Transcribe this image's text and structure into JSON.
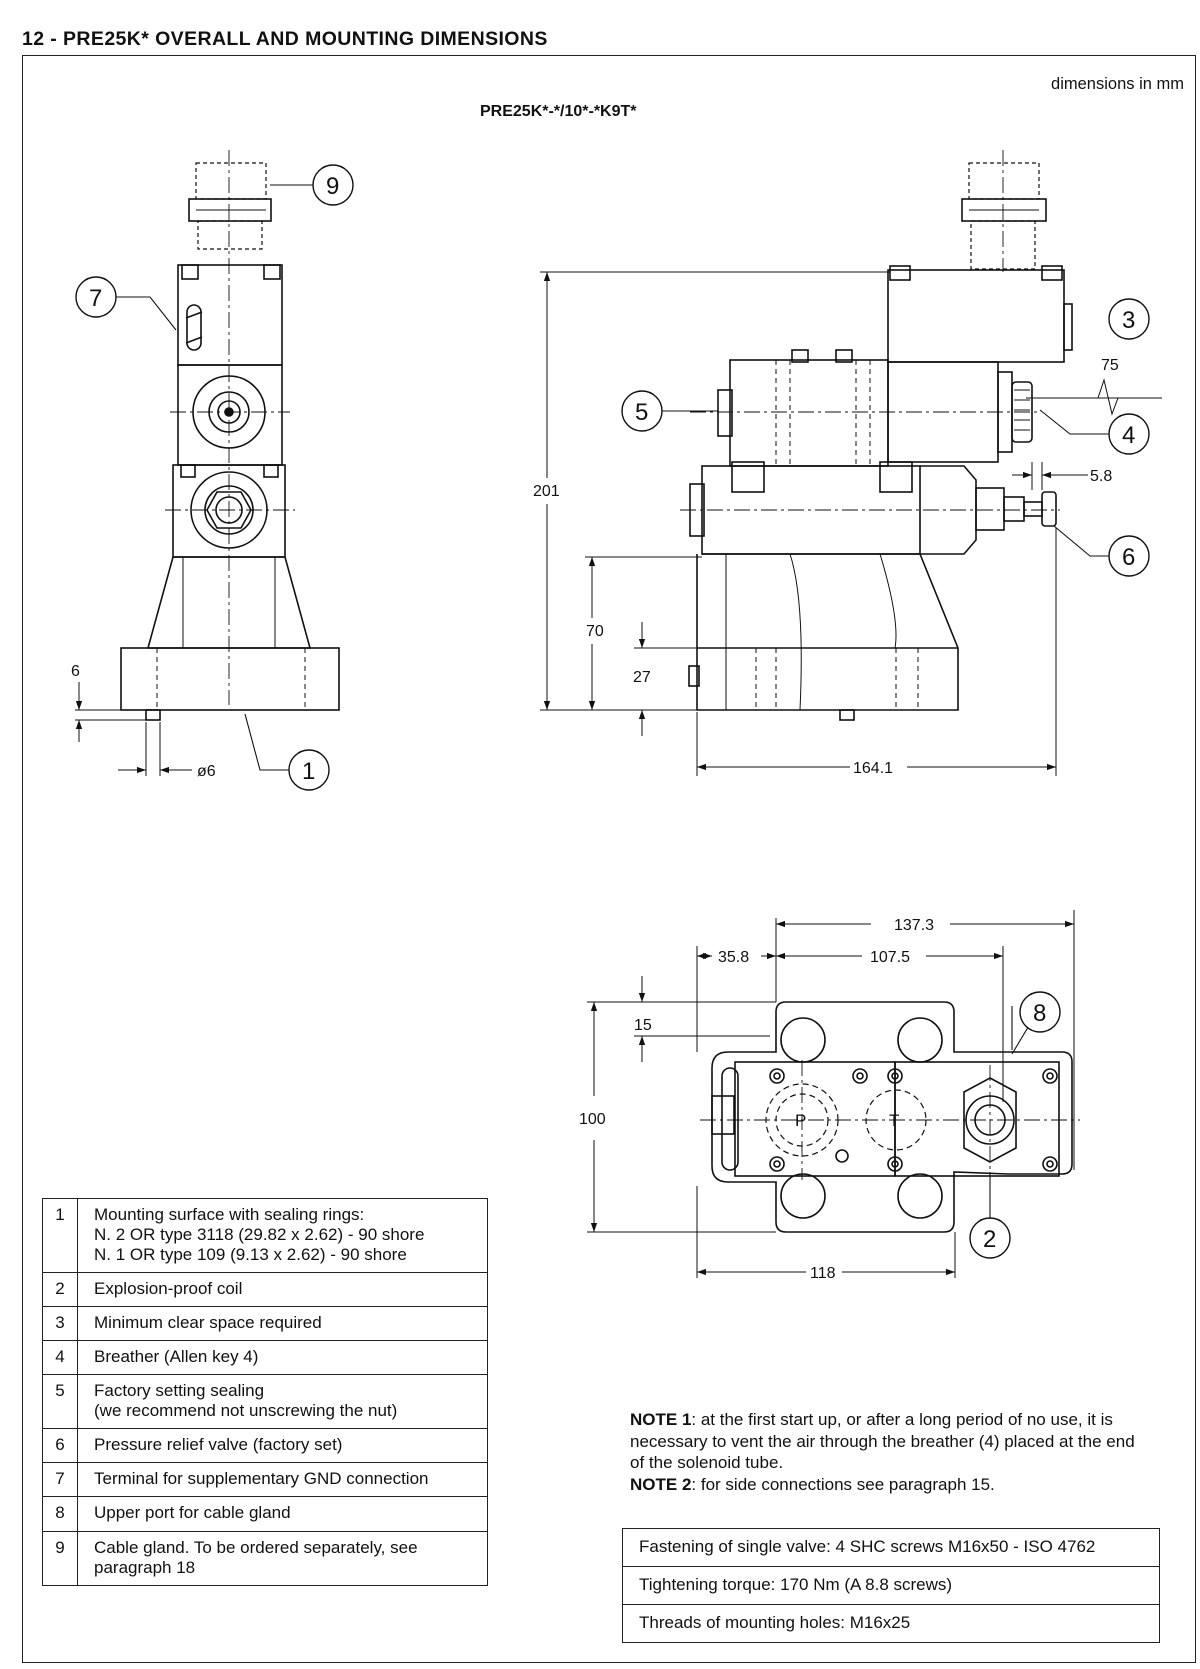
{
  "page": {
    "heading": "12 - PRE25K* OVERALL AND MOUNTING DIMENSIONS",
    "units_note": "dimensions in mm",
    "model_code": "PRE25K*-*/10*-*K9T*"
  },
  "dimensions": {
    "d201": "201",
    "d70": "70",
    "d27": "27",
    "d6": "6",
    "dphi6": "ø6",
    "d164": "164.1",
    "d75": "75",
    "d58": "5.8",
    "d1373": "137.3",
    "d358": "35.8",
    "d1075": "107.5",
    "d15": "15",
    "d100": "100",
    "d118": "118"
  },
  "port_labels": {
    "p": "P",
    "t": "T"
  },
  "callouts": [
    "1",
    "2",
    "3",
    "4",
    "5",
    "6",
    "7",
    "8",
    "9"
  ],
  "legend": [
    {
      "num": "1",
      "text": "Mounting surface with sealing rings:\nN. 2 OR type 3118 (29.82 x 2.62) - 90 shore\nN. 1 OR type 109 (9.13 x 2.62) - 90 shore"
    },
    {
      "num": "2",
      "text": "Explosion-proof coil"
    },
    {
      "num": "3",
      "text": "Minimum clear space required"
    },
    {
      "num": "4",
      "text": "Breather (Allen key 4)"
    },
    {
      "num": "5",
      "text": "Factory setting sealing\n(we recommend not unscrewing the nut)"
    },
    {
      "num": "6",
      "text": "Pressure relief valve (factory set)"
    },
    {
      "num": "7",
      "text": "Terminal for supplementary GND connection"
    },
    {
      "num": "8",
      "text": "Upper port for cable gland"
    },
    {
      "num": "9",
      "text": "Cable gland. To be ordered separately, see\nparagraph 18"
    }
  ],
  "notes": {
    "n1_label": "NOTE 1",
    "n1_text": ": at the first start up, or after a long period of no use, it is necessary to vent the air through the breather (4) placed at the end of the solenoid tube.",
    "n2_label": "NOTE 2",
    "n2_text": ": for side connections see paragraph 15."
  },
  "specs": [
    "Fastening of single valve: 4 SHC screws M16x50 - ISO 4762",
    "Tightening torque: 170 Nm (A 8.8 screws)",
    "Threads of mounting holes: M16x25"
  ]
}
